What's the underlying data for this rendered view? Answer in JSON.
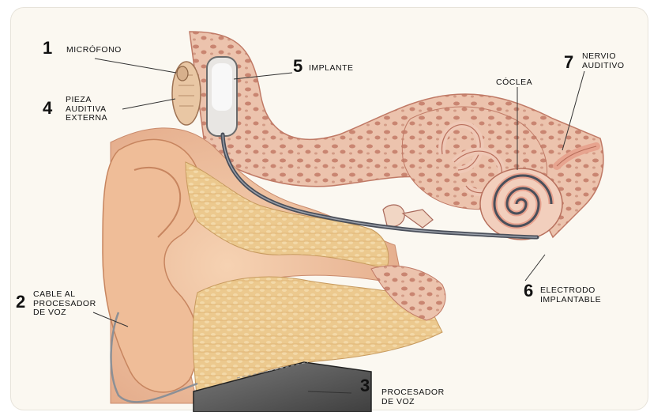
{
  "labels": {
    "l1": {
      "number": "1",
      "lines": [
        "MICRÓFONO"
      ]
    },
    "l2": {
      "number": "2",
      "lines": [
        "CABLE AL",
        "PROCESADOR",
        "DE VOZ"
      ]
    },
    "l3": {
      "number": "3",
      "lines": [
        "PROCESADOR",
        "DE VOZ"
      ]
    },
    "l4": {
      "number": "4",
      "lines": [
        "PIEZA",
        "AUDITIVA",
        "EXTERNA"
      ]
    },
    "l5": {
      "number": "5",
      "lines": [
        "IMPLANTE"
      ]
    },
    "l6": {
      "number": "6",
      "lines": [
        "ELECTRODO",
        "IMPLANTABLE"
      ]
    },
    "l7": {
      "number": "7",
      "lines": [
        "NERVIO",
        "AUDITIVO"
      ]
    },
    "coclea": {
      "lines": [
        "CÓCLEA"
      ]
    }
  },
  "colors": {
    "skin": "#f0c6a3",
    "skin_shadow": "#d99a78",
    "bone": "#e6b9a2",
    "bone_pores": "#c9836c",
    "fat": "#e7bf7a",
    "electrode": "#4a4f5a",
    "device": "#e9e6e1",
    "processor": "#6a6a6a",
    "leader": "#333333"
  }
}
